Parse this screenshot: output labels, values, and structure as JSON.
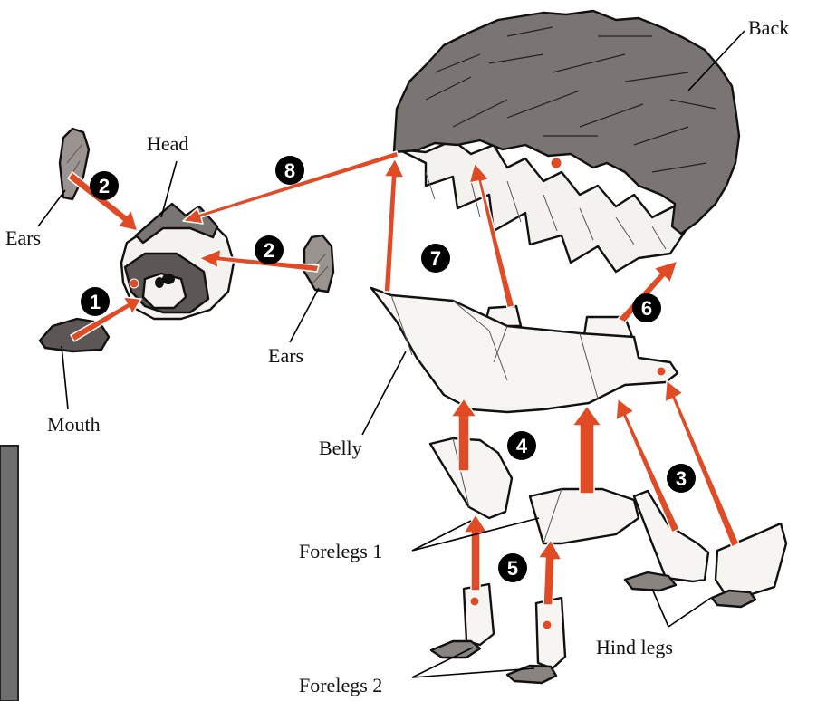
{
  "labels": {
    "back": "Back",
    "head": "Head",
    "ears_left": "Ears",
    "ears_right": "Ears",
    "mouth": "Mouth",
    "belly": "Belly",
    "forelegs1": "Forelegs 1",
    "forelegs2": "Forelegs 2",
    "hind_legs": "Hind legs"
  },
  "steps": {
    "s1": "1",
    "s2a": "2",
    "s2b": "2",
    "s3": "3",
    "s4": "4",
    "s5": "5",
    "s6": "6",
    "s7": "7",
    "s8": "8"
  },
  "colors": {
    "arrow": "#e04a24",
    "fur_dark": "#7a7573",
    "fur_light": "#f4f2ee",
    "paper_white": "#f7f5f2",
    "side_panel": "#6e6e6e"
  }
}
